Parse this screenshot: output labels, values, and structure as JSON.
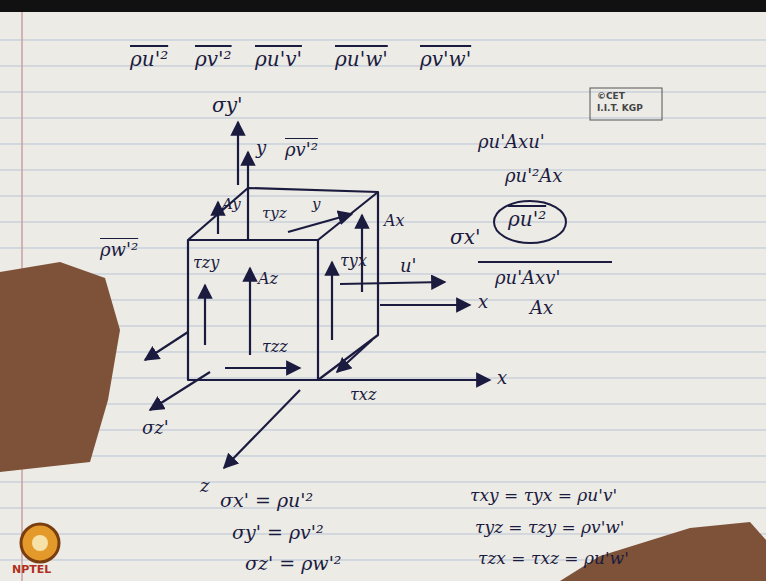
{
  "diagram": {
    "labels": [
      "ρu'²",
      "ρv'²",
      "ρu'v'",
      "ρu'w'",
      "ρv'w'",
      "©CET",
      "I.I.T. KGP",
      "σy'",
      "y",
      "ρv'²",
      "Ay",
      "τyz",
      "y",
      "ρw'²",
      "τzy",
      "Az",
      "τzz",
      "τyx",
      "Ax",
      "u'",
      "σx'",
      "x",
      "τxz",
      "x",
      "z",
      "σz'",
      "ρu'Axu'",
      "ρu'²Ax",
      "ρu'²",
      "ρu'Axv'",
      "Ax",
      "σx' = ρu'²",
      "τxy = τyx = ρu'v'",
      "σy' = ρv'²",
      "τyz = τzy = ρv'w'",
      "σz' = ρw'²",
      "τzx = τxz = ρu'w'",
      "NPTEL"
    ]
  }
}
